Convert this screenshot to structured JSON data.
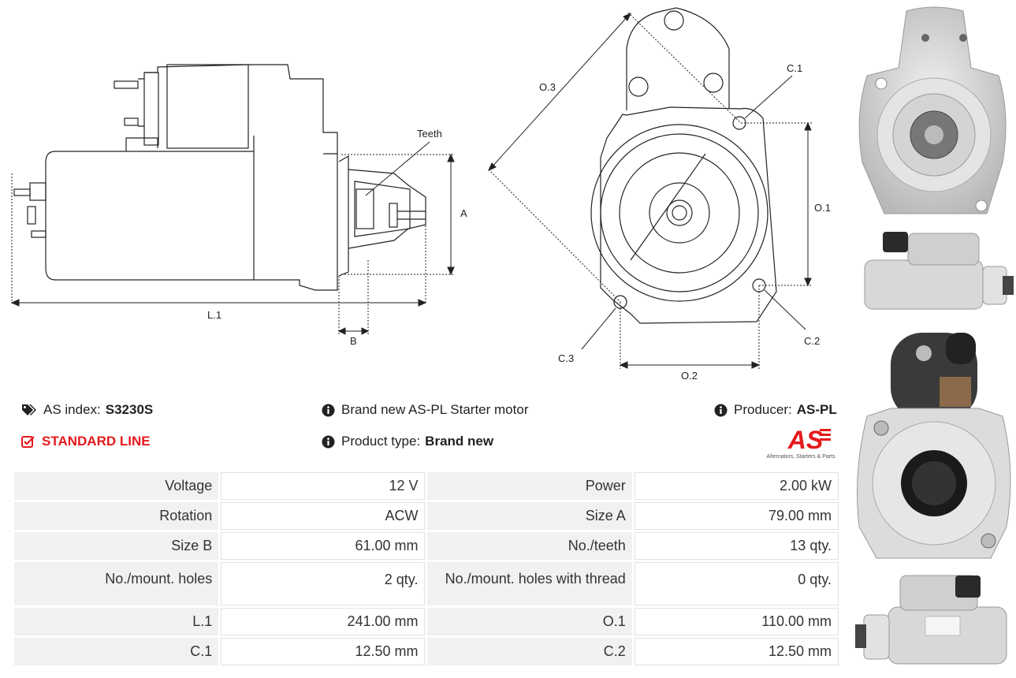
{
  "drawing_labels": {
    "teeth": "Teeth",
    "a": "A",
    "b": "B",
    "l1": "L.1",
    "o1": "O.1",
    "o2": "O.2",
    "o3": "O.3",
    "c1": "C.1",
    "c2": "C.2",
    "c3": "C.3"
  },
  "header": {
    "as_index_label": "AS index:",
    "as_index_value": "S3230S",
    "standard_line": "STANDARD LINE",
    "description": "Brand new AS-PL Starter motor",
    "product_type_label": "Product type:",
    "product_type_value": "Brand new",
    "producer_label": "Producer:",
    "producer_value": "AS-PL"
  },
  "logo": {
    "mark": "AS",
    "tagline": "Alternators, Starters & Parts",
    "color": "#e5191c"
  },
  "specs": {
    "rows": [
      {
        "l1": "Voltage",
        "v1": "12 V",
        "l2": "Power",
        "v2": "2.00 kW"
      },
      {
        "l1": "Rotation",
        "v1": "ACW",
        "l2": "Size A",
        "v2": "79.00 mm"
      },
      {
        "l1": "Size B",
        "v1": "61.00 mm",
        "l2": "No./teeth",
        "v2": "13 qty."
      },
      {
        "l1": "No./mount. holes",
        "v1": "2 qty.",
        "l2": "No./mount. holes with thread",
        "v2": "0 qty."
      },
      {
        "l1": "L.1",
        "v1": "241.00 mm",
        "l2": "O.1",
        "v2": "110.00 mm"
      },
      {
        "l1": "C.1",
        "v1": "12.50 mm",
        "l2": "C.2",
        "v2": "12.50 mm"
      }
    ]
  }
}
